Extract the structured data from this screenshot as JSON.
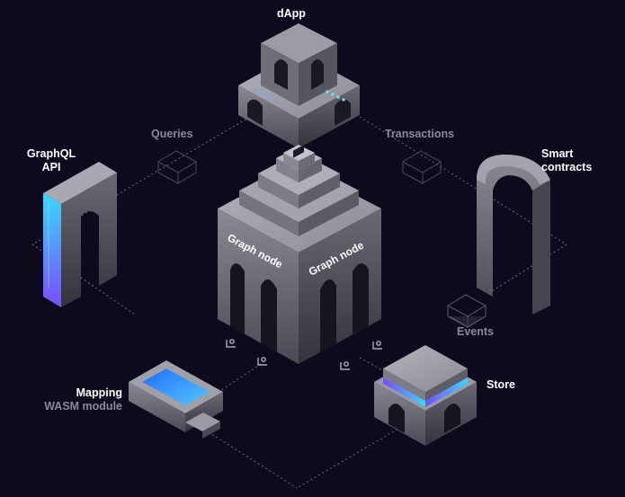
{
  "nodes": {
    "dapp": {
      "label": "dApp"
    },
    "graphql_api": {
      "label_line1": "GraphQL",
      "label_line2": "API"
    },
    "smart_contracts": {
      "label_line1": "Smart",
      "label_line2": "contracts"
    },
    "graph_node": {
      "label_left": "Graph node",
      "label_right": "Graph node"
    },
    "mapping": {
      "label": "Mapping",
      "sublabel": "WASM module"
    },
    "store": {
      "label": "Store"
    }
  },
  "edges": {
    "queries": {
      "label": "Queries"
    },
    "transactions": {
      "label": "Transactions"
    },
    "events": {
      "label": "Events"
    }
  },
  "colors": {
    "background": "#0c0a1c",
    "accent_blue": "#3aa0ff",
    "accent_purple": "#7a4cff",
    "label_dim": "#8a8a96"
  }
}
